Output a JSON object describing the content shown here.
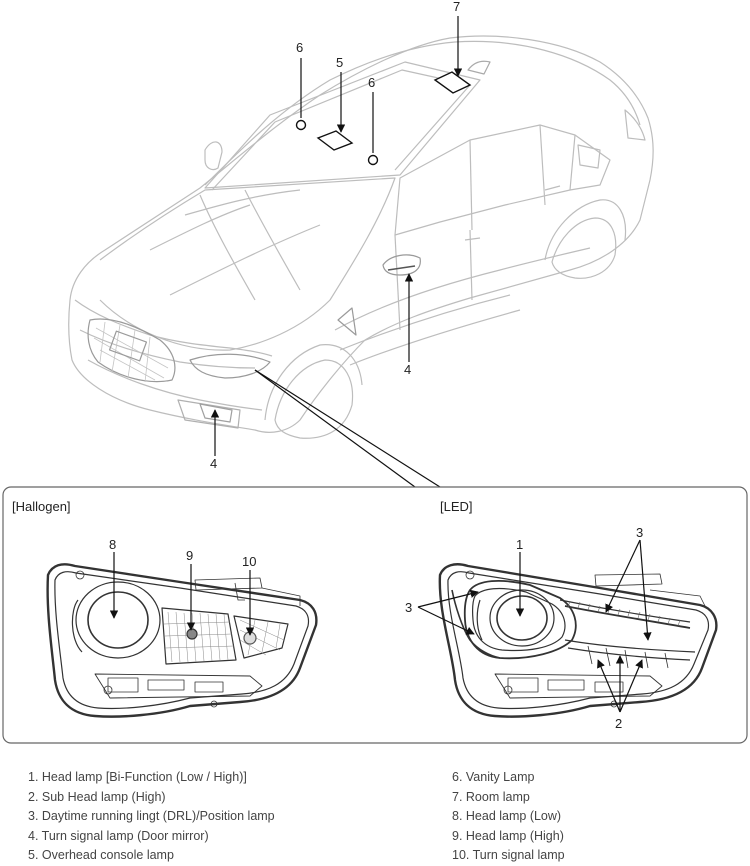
{
  "panels": {
    "halogen": "[Hallogen]",
    "led": "[LED]"
  },
  "callouts": {
    "vehicle": {
      "c7": "7",
      "c6a": "6",
      "c5": "5",
      "c6b": "6",
      "c4_mirror": "4",
      "c4_bumper": "4"
    },
    "halogen": {
      "c8": "8",
      "c9": "9",
      "c10": "10"
    },
    "led": {
      "c1": "1",
      "c3_top": "3",
      "c3_left": "3",
      "c2": "2"
    }
  },
  "legend": {
    "left": [
      "1. Head lamp [Bi-Function (Low / High)]",
      "2. Sub Head lamp (High)",
      "3. Daytime running lingt (DRL)/Position lamp",
      "4. Turn signal lamp (Door mirror)",
      "5. Overhead console lamp"
    ],
    "right": [
      "6. Vanity Lamp",
      "7. Room lamp",
      "8. Head lamp (Low)",
      "9. Head lamp (High)",
      "10. Turn signal lamp"
    ]
  }
}
